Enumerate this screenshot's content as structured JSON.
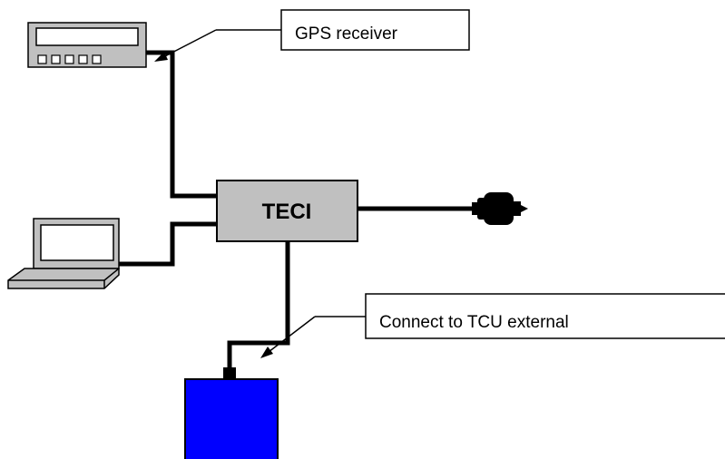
{
  "callouts": {
    "gps": "GPS receiver",
    "tcu": "Connect to TCU external"
  },
  "teci_label": "TECI",
  "colors": {
    "teci_box_fill": "#c0c0c0",
    "device_fill": "#c0c0c0",
    "tcu_fill": "#0000ff",
    "line": "#000000"
  }
}
